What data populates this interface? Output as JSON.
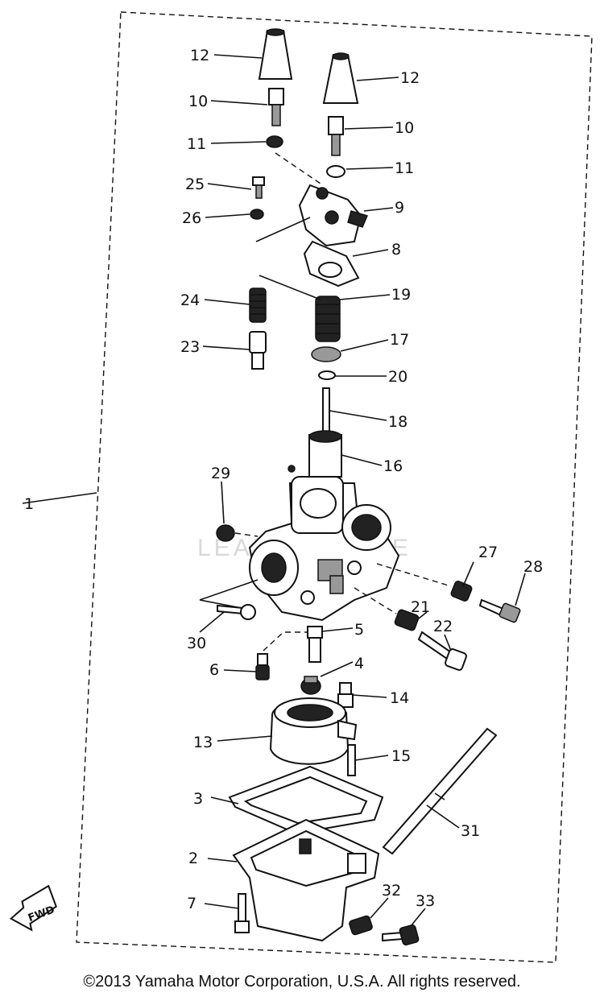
{
  "watermark": "LEADVENTURE",
  "fwd_label": "FWD",
  "copyright": "©2013 Yamaha Motor Corporation, U.S.A. All rights reserved.",
  "callouts": [
    "1",
    "2",
    "3",
    "4",
    "5",
    "6",
    "7",
    "8",
    "9",
    "10",
    "10",
    "11",
    "11",
    "12",
    "12",
    "13",
    "14",
    "15",
    "16",
    "17",
    "18",
    "19",
    "20",
    "21",
    "22",
    "23",
    "24",
    "25",
    "26",
    "27",
    "28",
    "29",
    "30",
    "31",
    "32",
    "33"
  ]
}
